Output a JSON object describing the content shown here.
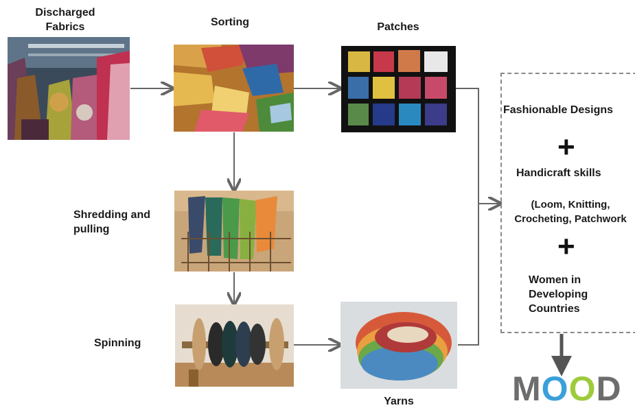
{
  "nodes": {
    "discharged": "Discharged\nFabrics",
    "sorting": "Sorting",
    "patches": "Patches",
    "shredding": "Shredding and\npulling",
    "spinning": "Spinning",
    "yarns": "Yarns"
  },
  "box": {
    "line1": "Fashionable Designs",
    "plus1": "+",
    "line2": "Handicraft skills",
    "line3": "(Loom, Knitting,\nCrocheting, Patchwork",
    "plus2": "+",
    "line4": "Women in\nDeveloping\nCountries"
  },
  "brand": {
    "m": "M",
    "o1": "O",
    "o2": "O",
    "d": "D"
  },
  "colors": {
    "arrow": "#666666",
    "box_border": "#888888",
    "brand_gray": "#6d6d6d"
  }
}
